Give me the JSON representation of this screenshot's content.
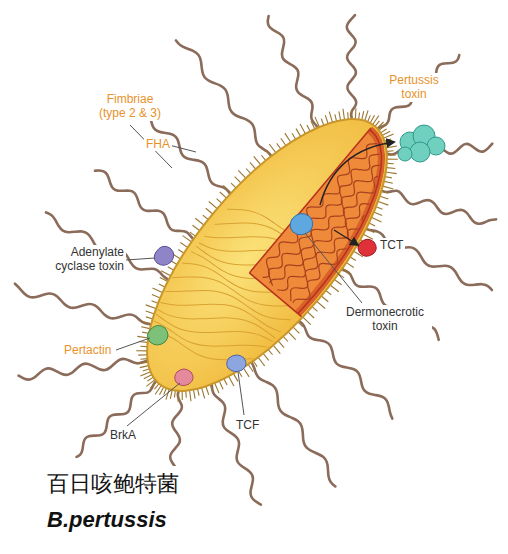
{
  "diagram": {
    "caption": "百日咳鲍特菌 B.pertussis",
    "labels": [
      "Fimbriae (type 2 & 3)",
      "FHA",
      "Pertussis toxin",
      "Adenylate cyclase toxin",
      "TCT",
      "Dermonecrotic toxin",
      "Pertactin",
      "BrkA",
      "TCF"
    ]
  }
}
